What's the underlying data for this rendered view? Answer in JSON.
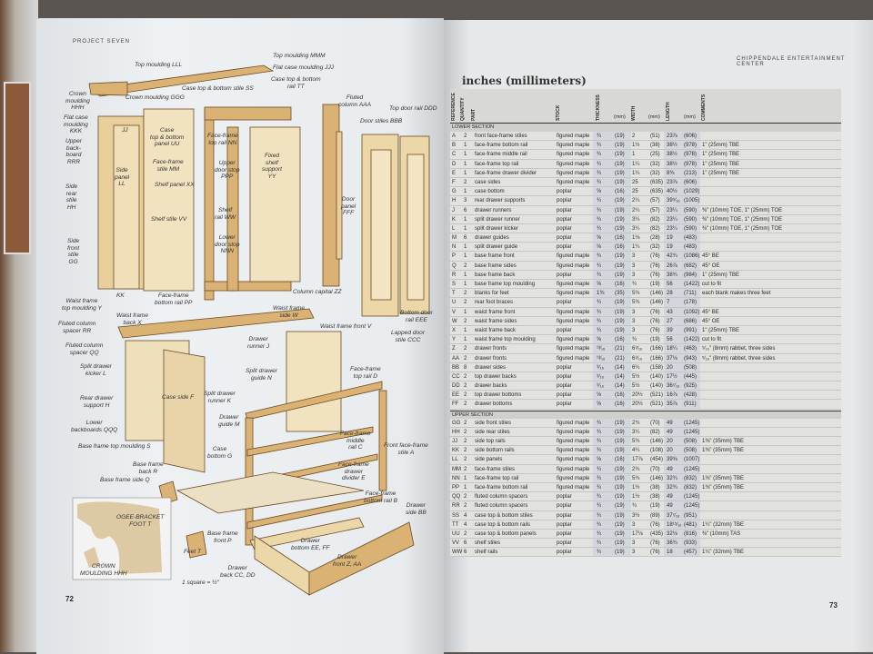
{
  "left_page": {
    "running_head": "Project Seven",
    "page_number": "72",
    "diagram": {
      "labels": [
        "Top moulding MMM",
        "Flat case moulding JJJ",
        "Case top & bottom\nrail TT",
        "Top moulding LLL",
        "Crown\nmoulding\nHHH",
        "Flat case\nmoulding\nKKK",
        "Crown moulding GGG",
        "Case top & bottom stile SS",
        "Case\ntop & bottom\npanel UU",
        "Face-frame\ntop rail NN",
        "Fluted\ncolumn AAA",
        "Top door rail DDD",
        "Door stiles BBB",
        "Upper\nback-\nboard\nRRR",
        "Face-frame\nstile MM",
        "Upper\ndoor stop\nPPP",
        "Fixed\nshelf\nsupport\nYY",
        "Side\npanel\nLL",
        "Side\nrear\nstile\nHH",
        "Shelf panel XX",
        "Shelf stile VV",
        "Shelf\nrail WW",
        "Door\npanel\nFFF",
        "Lower\ndoor stop\nNNN",
        "Side\nfront\nstile\nGG",
        "JJ",
        "KK",
        "Column capital ZZ",
        "Face-frame\nbottom rail PP",
        "Waist frame\ntop moulding Y",
        "Waist frame\nback X",
        "Waist frame\nside W",
        "Fluted column\nspacer RR",
        "Waist frame front V",
        "Bottom door\nrail EEE",
        "Lapped door\nstile CCC",
        "Drawer\nrunner J",
        "Fluted column\nspacer QQ",
        "Split drawer\nkicker L",
        "Split drawer\nguide N",
        "Face-frame\ntop rail D",
        "Case side F",
        "Split drawer\nrunner K",
        "Rear drawer\nsupport H",
        "Drawer\nguide M",
        "Lower\nbackboards QQQ",
        "Face-frame\nmiddle\nrail C",
        "Front face-frame\nstile A",
        "Base frame top moulding S",
        "Case\nbottom G",
        "Base frame\nback R",
        "Face-frame\ndrawer\ndivider E",
        "Base frame side Q",
        "OGEE-BRACKET\nFOOT T",
        "Face-frame\nbottom rail B",
        "Drawer\nside BB",
        "Base frame\nfront P",
        "Feet T",
        "Drawer\nbottom EE, FF",
        "Drawer\nfront Z, AA",
        "Drawer\nback CC, DD",
        "CROWN\nMOULDING HHH",
        "1 square = ½\""
      ]
    }
  },
  "right_page": {
    "running_head": "Chippendale Entertainment Center",
    "page_number": "73",
    "table_title": "inches (millimeters)",
    "columns": [
      "Reference",
      "Quantity",
      "Part",
      "Stock",
      "Thickness",
      "(mm)",
      "Width",
      "(mm)",
      "Length",
      "(mm)",
      "Comments"
    ],
    "sections": [
      {
        "name": "Lower Section",
        "rows": [
          [
            "A",
            "2",
            "front face-frame stiles",
            "figured maple",
            "¾",
            "(19)",
            "2",
            "(51)",
            "23⅞",
            "(606)",
            ""
          ],
          [
            "B",
            "1",
            "face-frame bottom rail",
            "figured maple",
            "¾",
            "(19)",
            "1½",
            "(38)",
            "38½",
            "(978)",
            "1\" (25mm) TBE"
          ],
          [
            "C",
            "1",
            "face-frame middle rail",
            "figured maple",
            "¾",
            "(19)",
            "1",
            "(25)",
            "38½",
            "(978)",
            "1\" (25mm) TBE"
          ],
          [
            "D",
            "1",
            "face-frame top rail",
            "figured maple",
            "¾",
            "(19)",
            "1¼",
            "(32)",
            "38½",
            "(978)",
            "1\" (25mm) TBE"
          ],
          [
            "E",
            "1",
            "face-frame drawer divider",
            "figured maple",
            "¾",
            "(19)",
            "1¼",
            "(32)",
            "8⅜",
            "(213)",
            "1\" (25mm) TBE"
          ],
          [
            "F",
            "2",
            "case sides",
            "figured maple",
            "¾",
            "(19)",
            "25",
            "(635)",
            "23⅞",
            "(606)",
            ""
          ],
          [
            "G",
            "1",
            "case bottom",
            "poplar",
            "⅝",
            "(16)",
            "25",
            "(635)",
            "40½",
            "(1029)",
            ""
          ],
          [
            "H",
            "3",
            "rear drawer supports",
            "poplar",
            "¾",
            "(19)",
            "2¼",
            "(57)",
            "39⁹⁄₁₆",
            "(1005)",
            ""
          ],
          [
            "J",
            "6",
            "drawer runners",
            "poplar",
            "¾",
            "(19)",
            "2¼",
            "(57)",
            "23¼",
            "(590)",
            "⅜\" (10mm) TOE, 1\" (25mm) TOE"
          ],
          [
            "K",
            "1",
            "split drawer runner",
            "poplar",
            "¾",
            "(19)",
            "3¼",
            "(82)",
            "23¼",
            "(590)",
            "⅜\" (10mm) TOE, 1\" (25mm) TOE"
          ],
          [
            "L",
            "1",
            "split drawer kicker",
            "poplar",
            "¾",
            "(19)",
            "3¼",
            "(82)",
            "23¼",
            "(590)",
            "⅜\" (10mm) TOE, 1\" (25mm) TOE"
          ],
          [
            "M",
            "6",
            "drawer guides",
            "poplar",
            "⅝",
            "(16)",
            "1⅛",
            "(28)",
            "19",
            "(483)",
            ""
          ],
          [
            "N",
            "1",
            "split drawer guide",
            "poplar",
            "⅝",
            "(16)",
            "1¼",
            "(32)",
            "19",
            "(483)",
            ""
          ],
          [
            "P",
            "1",
            "base frame front",
            "figured maple",
            "¾",
            "(19)",
            "3",
            "(76)",
            "42¾",
            "(1086)",
            "45° BE"
          ],
          [
            "Q",
            "2",
            "base frame sides",
            "figured maple",
            "¾",
            "(19)",
            "3",
            "(76)",
            "26⅞",
            "(682)",
            "45° OE"
          ],
          [
            "R",
            "1",
            "base frame back",
            "poplar",
            "¾",
            "(19)",
            "3",
            "(76)",
            "38¾",
            "(984)",
            "1\" (25mm) TBE"
          ],
          [
            "S",
            "1",
            "base frame top moulding",
            "figured maple",
            "⅝",
            "(16)",
            "¾",
            "(19)",
            "56",
            "(1422)",
            "cut to fit"
          ],
          [
            "T",
            "2",
            "blanks for feet",
            "figured maple",
            "1⅜",
            "(35)",
            "5¾",
            "(146)",
            "28",
            "(711)",
            "each blank makes three feet"
          ],
          [
            "U",
            "2",
            "rear foot braces",
            "poplar",
            "¾",
            "(19)",
            "5¾",
            "(146)",
            "7",
            "(178)",
            ""
          ],
          [
            "V",
            "1",
            "waist frame front",
            "figured maple",
            "¾",
            "(19)",
            "3",
            "(76)",
            "43",
            "(1092)",
            "45° BE"
          ],
          [
            "W",
            "2",
            "waist frame sides",
            "figured maple",
            "¾",
            "(19)",
            "3",
            "(76)",
            "27",
            "(686)",
            "45° OE"
          ],
          [
            "X",
            "1",
            "waist frame back",
            "poplar",
            "¾",
            "(19)",
            "3",
            "(76)",
            "39",
            "(991)",
            "1\" (25mm) TBE"
          ],
          [
            "Y",
            "1",
            "waist frame top moulding",
            "figured maple",
            "⅝",
            "(16)",
            "¾",
            "(19)",
            "56",
            "(1422)",
            "cut to fit"
          ],
          [
            "Z",
            "2",
            "drawer fronts",
            "figured maple",
            "¹³⁄₁₆",
            "(21)",
            "6⁹⁄₁₆",
            "(166)",
            "18¼",
            "(463)",
            "⁵⁄₁₆\" (8mm) rabbet, three sides"
          ],
          [
            "AA",
            "2",
            "drawer fronts",
            "figured maple",
            "¹³⁄₁₆",
            "(21)",
            "6⁹⁄₁₆",
            "(166)",
            "37⅛",
            "(943)",
            "⁵⁄₁₆\" (8mm) rabbet, three sides"
          ],
          [
            "BB",
            "8",
            "drawer sides",
            "poplar",
            "⁹⁄₁₆",
            "(14)",
            "6¼",
            "(158)",
            "20",
            "(508)",
            ""
          ],
          [
            "CC",
            "2",
            "top drawer backs",
            "poplar",
            "⁹⁄₁₆",
            "(14)",
            "5½",
            "(140)",
            "17½",
            "(445)",
            ""
          ],
          [
            "DD",
            "2",
            "drawer backs",
            "poplar",
            "⁹⁄₁₆",
            "(14)",
            "5½",
            "(140)",
            "36⁷⁄₁₆",
            "(925)",
            ""
          ],
          [
            "EE",
            "2",
            "top drawer bottoms",
            "poplar",
            "⅝",
            "(16)",
            "20½",
            "(521)",
            "16⅞",
            "(428)",
            ""
          ],
          [
            "FF",
            "2",
            "drawer bottoms",
            "poplar",
            "⅝",
            "(16)",
            "20½",
            "(521)",
            "35⅞",
            "(911)",
            ""
          ]
        ]
      },
      {
        "name": "Upper Section",
        "rows": [
          [
            "GG",
            "2",
            "side front stiles",
            "figured maple",
            "¾",
            "(19)",
            "2¾",
            "(70)",
            "49",
            "(1245)",
            ""
          ],
          [
            "HH",
            "2",
            "side rear stiles",
            "figured maple",
            "¾",
            "(19)",
            "3¼",
            "(82)",
            "49",
            "(1245)",
            ""
          ],
          [
            "JJ",
            "2",
            "side top rails",
            "figured maple",
            "¾",
            "(19)",
            "5¾",
            "(146)",
            "20",
            "(508)",
            "1⅜\" (35mm) TBE"
          ],
          [
            "KK",
            "2",
            "side bottom rails",
            "figured maple",
            "¾",
            "(19)",
            "4¼",
            "(108)",
            "20",
            "(508)",
            "1⅜\" (35mm) TBE"
          ],
          [
            "LL",
            "2",
            "side panels",
            "figured maple",
            "⅝",
            "(16)",
            "17⅞",
            "(454)",
            "39⅝",
            "(1007)",
            ""
          ],
          [
            "MM",
            "2",
            "face-frame stiles",
            "figured maple",
            "¾",
            "(19)",
            "2¾",
            "(70)",
            "49",
            "(1245)",
            ""
          ],
          [
            "NN",
            "1",
            "face-frame top rail",
            "figured maple",
            "¾",
            "(19)",
            "5¾",
            "(146)",
            "32¾",
            "(832)",
            "1⅜\" (35mm) TBE"
          ],
          [
            "PP",
            "1",
            "face-frame bottom rail",
            "figured maple",
            "¾",
            "(19)",
            "1½",
            "(38)",
            "32¾",
            "(832)",
            "1⅜\" (35mm) TBE"
          ],
          [
            "QQ",
            "2",
            "fluted column spacers",
            "poplar",
            "¾",
            "(19)",
            "1½",
            "(38)",
            "49",
            "(1245)",
            ""
          ],
          [
            "RR",
            "2",
            "fluted column spacers",
            "poplar",
            "¾",
            "(19)",
            "¾",
            "(19)",
            "49",
            "(1245)",
            ""
          ],
          [
            "SS",
            "4",
            "case top & bottom stiles",
            "poplar",
            "¾",
            "(19)",
            "3½",
            "(89)",
            "37⁷⁄₁₆",
            "(951)",
            ""
          ],
          [
            "TT",
            "4",
            "case top & bottom rails",
            "poplar",
            "¾",
            "(19)",
            "3",
            "(76)",
            "18¹⁵⁄₁₆",
            "(481)",
            "1¼\" (32mm) TBE"
          ],
          [
            "UU",
            "2",
            "case top & bottom panels",
            "poplar",
            "¾",
            "(19)",
            "17⅛",
            "(435)",
            "32⅛",
            "(816)",
            "⅜\" (10mm) TAS"
          ],
          [
            "VV",
            "6",
            "shelf stiles",
            "poplar",
            "¾",
            "(19)",
            "3",
            "(76)",
            "36¾",
            "(933)",
            ""
          ],
          [
            "WW",
            "6",
            "shelf rails",
            "poplar",
            "¾",
            "(19)",
            "3",
            "(76)",
            "18",
            "(457)",
            "1¼\" (32mm) TBE"
          ]
        ]
      }
    ]
  },
  "colors": {
    "wood": "#d9b274",
    "wood_outline": "#6b4a24",
    "page": "#e7e9eb"
  }
}
